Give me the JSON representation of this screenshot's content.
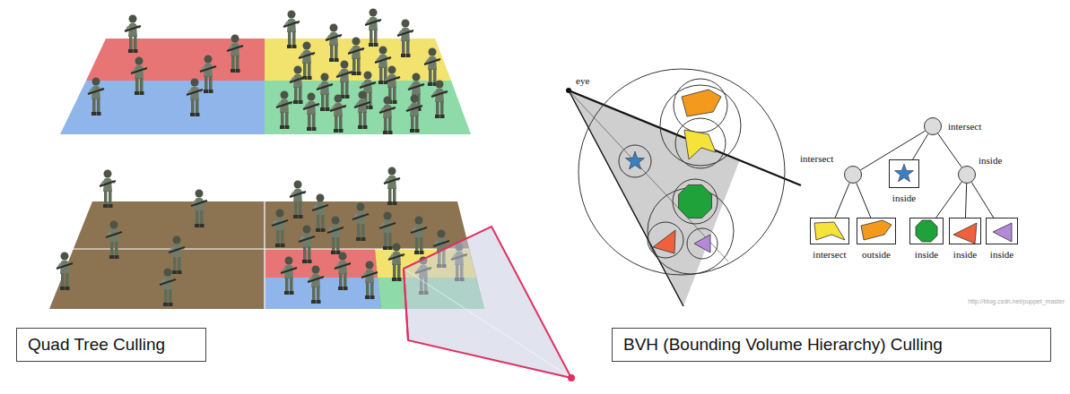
{
  "diagram": {
    "nodes": [
      {
        "text": [
          "intersect"
        ]
      },
      {
        "text": [
          "intersect"
        ]
      },
      {
        "text": [
          "inside"
        ]
      },
      {
        "text": [
          "inside"
        ]
      },
      {
        "text": [
          "intersect"
        ]
      },
      {
        "text": [
          "outside"
        ]
      },
      {
        "text": [
          "inside"
        ]
      },
      {
        "text": [
          "inside"
        ]
      },
      {
        "text": [
          "inside"
        ]
      },
      {
        "text": [
          "Quad Tree Culling"
        ]
      },
      {
        "text": [
          "BVH (Bounding Volume Hierarchy) Culling"
        ]
      }
    ],
    "edges": [
      {
        "from": 0,
        "to": 1,
        "arrow": "none"
      },
      {
        "from": 0,
        "to": 2,
        "arrow": "none"
      },
      {
        "from": 0,
        "to": 3,
        "arrow": "none"
      },
      {
        "from": 1,
        "to": 4,
        "arrow": "none"
      },
      {
        "from": 1,
        "to": 5,
        "arrow": "none"
      },
      {
        "from": 3,
        "to": 6,
        "arrow": "none"
      },
      {
        "from": 3,
        "to": 7,
        "arrow": "none"
      },
      {
        "from": 3,
        "to": 8,
        "arrow": "none"
      }
    ],
    "labels": [
      "eye",
      "http://blog.csdn.net/puppet_master"
    ]
  }
}
